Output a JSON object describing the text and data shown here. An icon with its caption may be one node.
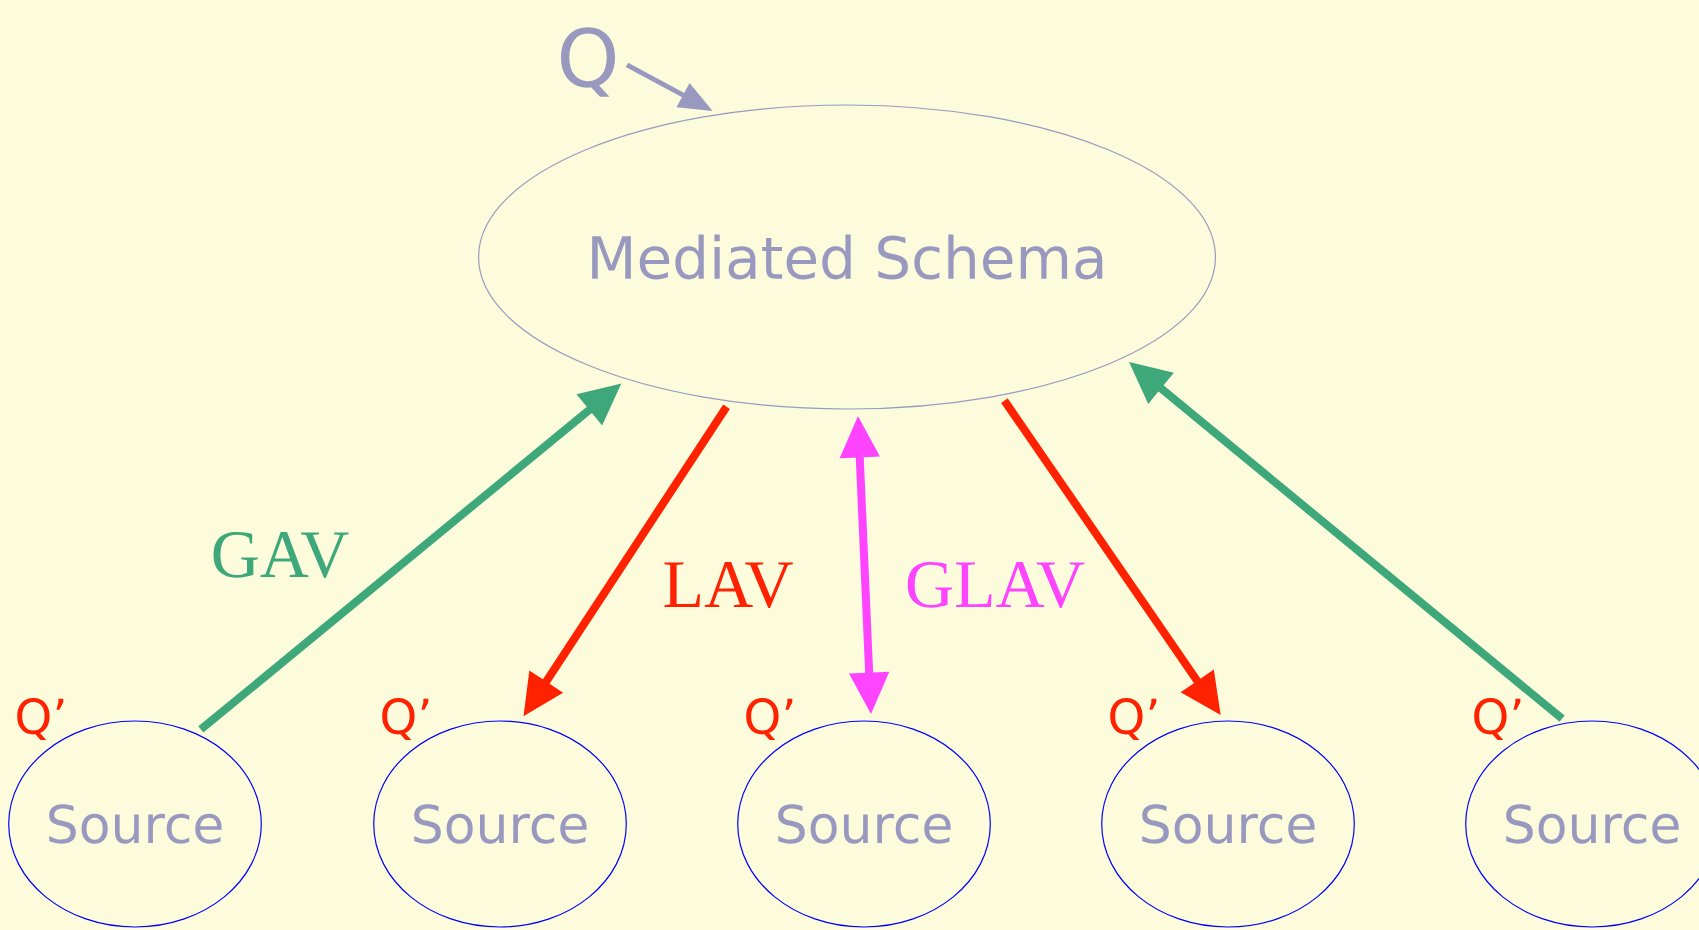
{
  "diagram": {
    "nodes": [
      {
        "text": [
          "Q"
        ]
      },
      {
        "text": [
          "Mediated Schema"
        ]
      },
      {
        "text": [
          "Source"
        ],
        "beside": [
          "Q’"
        ]
      },
      {
        "text": [
          "Source"
        ],
        "beside": [
          "Q’"
        ]
      },
      {
        "text": [
          "Source"
        ],
        "beside": [
          "Q’"
        ]
      },
      {
        "text": [
          "Source"
        ],
        "beside": [
          "Q’"
        ]
      },
      {
        "text": [
          "Source"
        ],
        "beside": [
          "Q’"
        ]
      }
    ],
    "edges": [
      {
        "from": 0,
        "to": 1,
        "arrow": "to",
        "color": "#9999c0"
      },
      {
        "from": 2,
        "to": 1,
        "arrow": "to",
        "label": "GAV",
        "color": "#3ea87a"
      },
      {
        "from": 1,
        "to": 3,
        "arrow": "to",
        "label": "LAV",
        "color": "#ff2200"
      },
      {
        "from": 1,
        "to": 4,
        "arrow": "both",
        "label": "GLAV",
        "color": "#ff44ff"
      },
      {
        "from": 1,
        "to": 5,
        "arrow": "to",
        "color": "#ff2200"
      },
      {
        "from": 6,
        "to": 1,
        "arrow": "to",
        "color": "#3ea87a"
      }
    ]
  }
}
